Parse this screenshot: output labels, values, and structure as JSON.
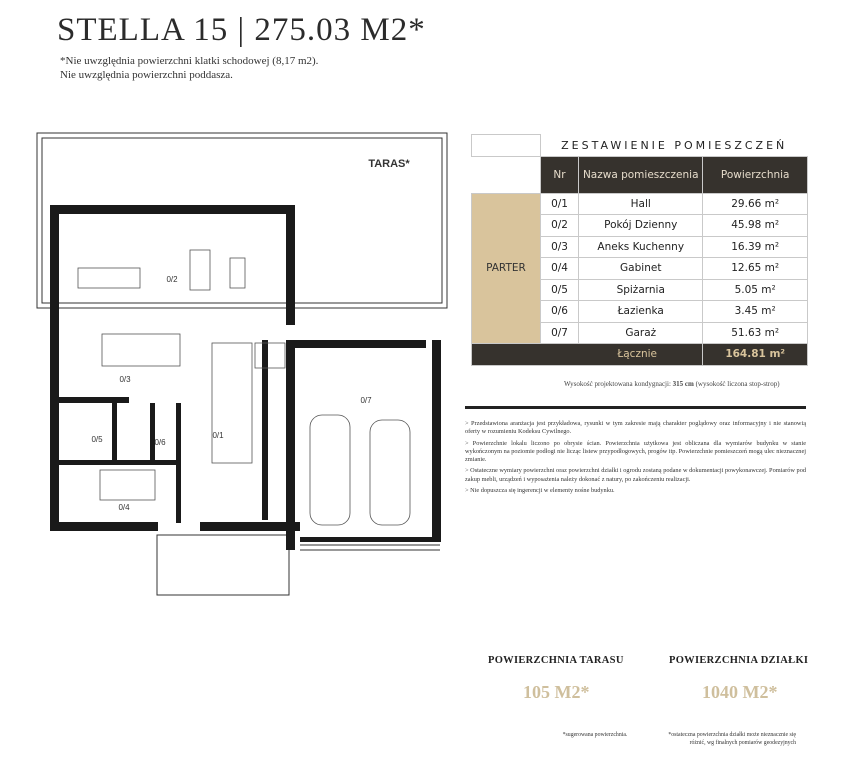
{
  "header": {
    "title": "STELLA 15  |  275.03 M2*",
    "note1": "*Nie uwzględnia powierzchni klatki schodowej (8,17 m2).",
    "note2": "Nie uwzględnia powierzchni poddasza."
  },
  "plan": {
    "terrace_label": "TARAS*",
    "rooms": [
      "0/1",
      "0/2",
      "0/3",
      "0/4",
      "0/5",
      "0/6",
      "0/7"
    ]
  },
  "table": {
    "title": "ZESTAWIENIE POMIESZCZEŃ",
    "col_nr": "Nr",
    "col_name": "Nazwa pomieszczenia",
    "col_area": "Powierzchnia",
    "floor": "PARTER",
    "rows": [
      {
        "nr": "0/1",
        "name": "Hall",
        "area": "29.66 m²"
      },
      {
        "nr": "0/2",
        "name": "Pokój Dzienny",
        "area": "45.98 m²"
      },
      {
        "nr": "0/3",
        "name": "Aneks Kuchenny",
        "area": "16.39 m²"
      },
      {
        "nr": "0/4",
        "name": "Gabinet",
        "area": "12.65 m²"
      },
      {
        "nr": "0/5",
        "name": "Spiżarnia",
        "area": "5.05 m²"
      },
      {
        "nr": "0/6",
        "name": "Łazienka",
        "area": "3.45 m²"
      },
      {
        "nr": "0/7",
        "name": "Garaż",
        "area": "51.63 m²"
      }
    ],
    "total_label": "Łącznie",
    "total_value": "164.81 m²"
  },
  "height_note": {
    "prefix": "Wysokość projektowana kondygnacji: ",
    "value": "315 cm",
    "suffix": " (wysokość liczona stop-strop)"
  },
  "notes": [
    "> Przedstawiona aranżacja jest przykładowa, rysunki w tym zakresie mają charakter poglądowy oraz informacyjny i nie stanowią oferty w rozumieniu Kodeksu Cywilnego.",
    "> Powierzchnie lokalu liczono po obrysie ścian. Powierzchnia użytkowa jest obliczana dla wymiarów budynku w stanie wykończonym na poziomie podłogi nie licząc listew przypodłogowych, progów itp. Powierzchnie pomieszczeń mogą ulec nieznacznej zmianie.",
    "> Ostateczne wymiary powierzchni oraz powierzchni działki i ogrodu zostaną podane w dokumentacji powykonawczej. Pomiarów pod zakup mebli, urządzeń i wyposażenia należy dokonać z natury, po zakończeniu realizacji.",
    "> Nie dopuszcza  się ingerencji w elementy nośne budynku."
  ],
  "summary": {
    "terrace_heading": "POWIERZCHNIA TARASU",
    "terrace_value": "105 M2*",
    "terrace_note": "*sugerowana powierzchnia.",
    "plot_heading": "POWIERZCHNIA DZIAŁKI",
    "plot_value": "1040 M2*",
    "plot_note": "*ostateczna powierzchnia działki może nieznacznie się różnić, wg finalnych pomiarów geodezyjnych"
  }
}
